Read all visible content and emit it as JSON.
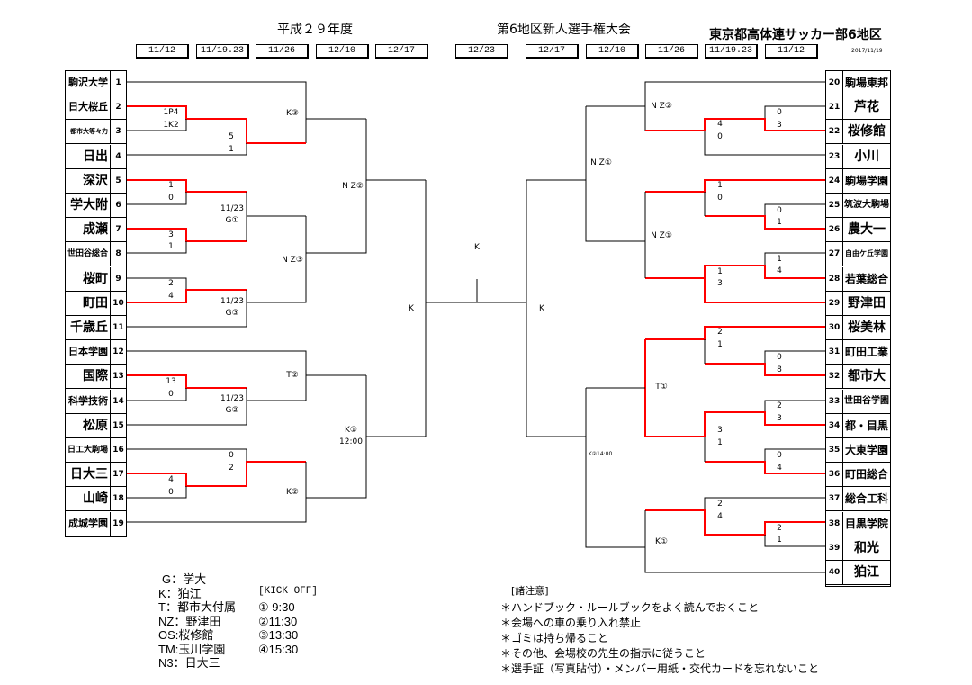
{
  "header": {
    "year": "平成２９年度",
    "tournament": "第6地区新人選手権大会",
    "organizer": "東京都高体連サッカー部6地区",
    "print_date": "2017/11/19"
  },
  "dates_left": [
    "11/12",
    "11/19.23",
    "11/26",
    "12/10",
    "12/17"
  ],
  "date_final": "12/23",
  "dates_right": [
    "12/17",
    "12/10",
    "11/26",
    "11/19.23",
    "11/12"
  ],
  "teams_left": [
    {
      "no": "1",
      "name": "駒沢大学"
    },
    {
      "no": "2",
      "name": "日大桜丘"
    },
    {
      "no": "3",
      "name": "都市大等々力"
    },
    {
      "no": "4",
      "name": "日出"
    },
    {
      "no": "5",
      "name": "深沢"
    },
    {
      "no": "6",
      "name": "学大附"
    },
    {
      "no": "7",
      "name": "成瀬"
    },
    {
      "no": "8",
      "name": "世田谷総合"
    },
    {
      "no": "9",
      "name": "桜町"
    },
    {
      "no": "10",
      "name": "町田"
    },
    {
      "no": "11",
      "name": "千歳丘"
    },
    {
      "no": "12",
      "name": "日本学園"
    },
    {
      "no": "13",
      "name": "国際"
    },
    {
      "no": "14",
      "name": "科学技術"
    },
    {
      "no": "15",
      "name": "松原"
    },
    {
      "no": "16",
      "name": "日工大駒場"
    },
    {
      "no": "17",
      "name": "日大三"
    },
    {
      "no": "18",
      "name": "山崎"
    },
    {
      "no": "19",
      "name": "成城学園"
    }
  ],
  "teams_right": [
    {
      "no": "20",
      "name": "駒場東邦"
    },
    {
      "no": "21",
      "name": "芦花"
    },
    {
      "no": "22",
      "name": "桜修館"
    },
    {
      "no": "23",
      "name": "小川"
    },
    {
      "no": "24",
      "name": "駒場学園"
    },
    {
      "no": "25",
      "name": "筑波大駒場"
    },
    {
      "no": "26",
      "name": "農大一"
    },
    {
      "no": "27",
      "name": "自由ケ丘学園"
    },
    {
      "no": "28",
      "name": "若葉総合"
    },
    {
      "no": "29",
      "name": "野津田"
    },
    {
      "no": "30",
      "name": "桜美林"
    },
    {
      "no": "31",
      "name": "町田工業"
    },
    {
      "no": "32",
      "name": "都市大"
    },
    {
      "no": "33",
      "name": "世田谷学園"
    },
    {
      "no": "34",
      "name": "都・目黒"
    },
    {
      "no": "35",
      "name": "大東学園"
    },
    {
      "no": "36",
      "name": "町田総合"
    },
    {
      "no": "37",
      "name": "総合工科"
    },
    {
      "no": "38",
      "name": "目黒学院"
    },
    {
      "no": "39",
      "name": "和光"
    },
    {
      "no": "40",
      "name": "狛江"
    }
  ],
  "bracket_labels": [
    "1P4",
    "1K2",
    "5",
    "1",
    "K③",
    "1",
    "0",
    "11/23",
    "G①",
    "3",
    "1",
    "N Z③",
    "N Z②",
    "2",
    "4",
    "11/23",
    "G③",
    "13",
    "0",
    "11/23",
    "G②",
    "T②",
    "0",
    "2",
    "4",
    "0",
    "K②",
    "K①",
    "12:00",
    "K",
    "K",
    "K",
    "N Z②",
    "0",
    "3",
    "4",
    "0",
    "N Z①",
    "1",
    "0",
    "0",
    "1",
    "N Z①",
    "1",
    "4",
    "1",
    "3",
    "2",
    "1",
    "0",
    "8",
    "T①",
    "2",
    "3",
    "3",
    "1",
    "0",
    "4",
    "K②14:00",
    "2",
    "4",
    "2",
    "1",
    "K①"
  ],
  "legend": {
    "venues": [
      "G：学大",
      "K：狛江",
      "T：都市大付属",
      "NZ：野津田",
      "OS:桜修館",
      "TM:玉川学園",
      "N3：日大三"
    ],
    "kickoff_title": "[KICK OFF]",
    "kickoff_times": [
      "① 9:30",
      "②11:30",
      "③13:30",
      "④15:30"
    ]
  },
  "notes": {
    "title": "[諸注意]",
    "items": [
      "＊ハンドブック・ルールブックをよく読んでおくこと",
      "＊会場への車の乗り入れ禁止",
      "＊ゴミは持ち帰ること",
      "＊その他、会場校の先生の指示に従うこと",
      "＊選手証（写真貼付）・メンバー用紙・交代カードを忘れないこと"
    ]
  },
  "colors": {
    "winner_line": "#ff0000",
    "line": "#000000"
  }
}
